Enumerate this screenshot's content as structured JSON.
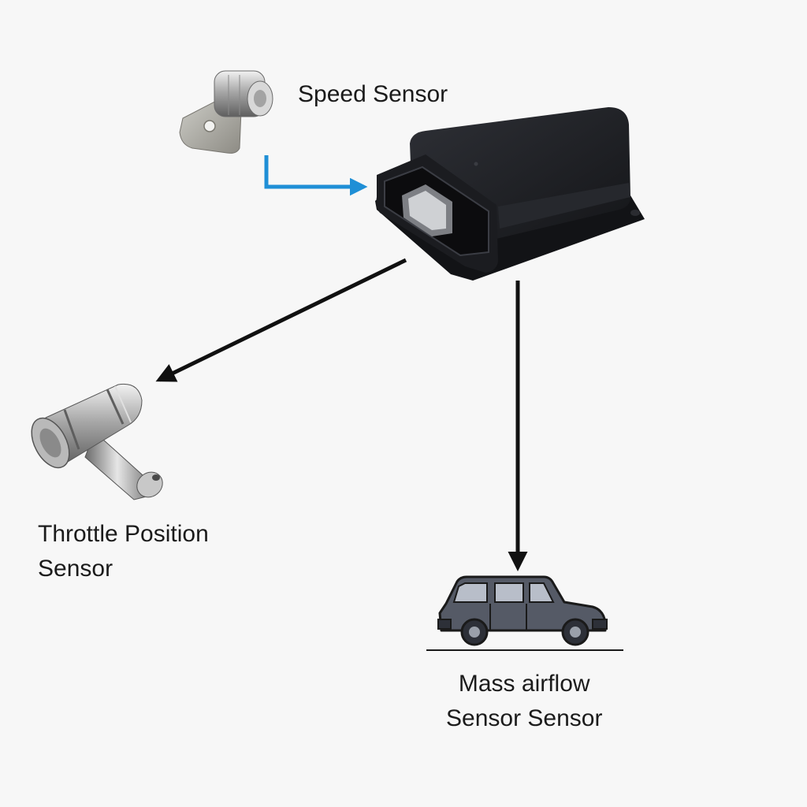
{
  "nodes": {
    "speed_sensor": {
      "label": "Speed Sensor",
      "icon": "speed-sensor-icon"
    },
    "ecu": {
      "icon": "obd-module-icon"
    },
    "throttle_position_sensor": {
      "label_line1": "Throttle Position",
      "label_line2": "Sensor",
      "icon": "throttle-sensor-icon"
    },
    "mass_airflow_sensor": {
      "label_line1": "Mass airflow",
      "label_line2": "Sensor Sensor",
      "icon": "car-icon"
    }
  },
  "colors": {
    "background": "#f7f7f7",
    "blue_arrow": "#1f8fd6",
    "black_arrow": "#111111",
    "module_body": "#1e1f23",
    "car_body": "#555a66"
  }
}
